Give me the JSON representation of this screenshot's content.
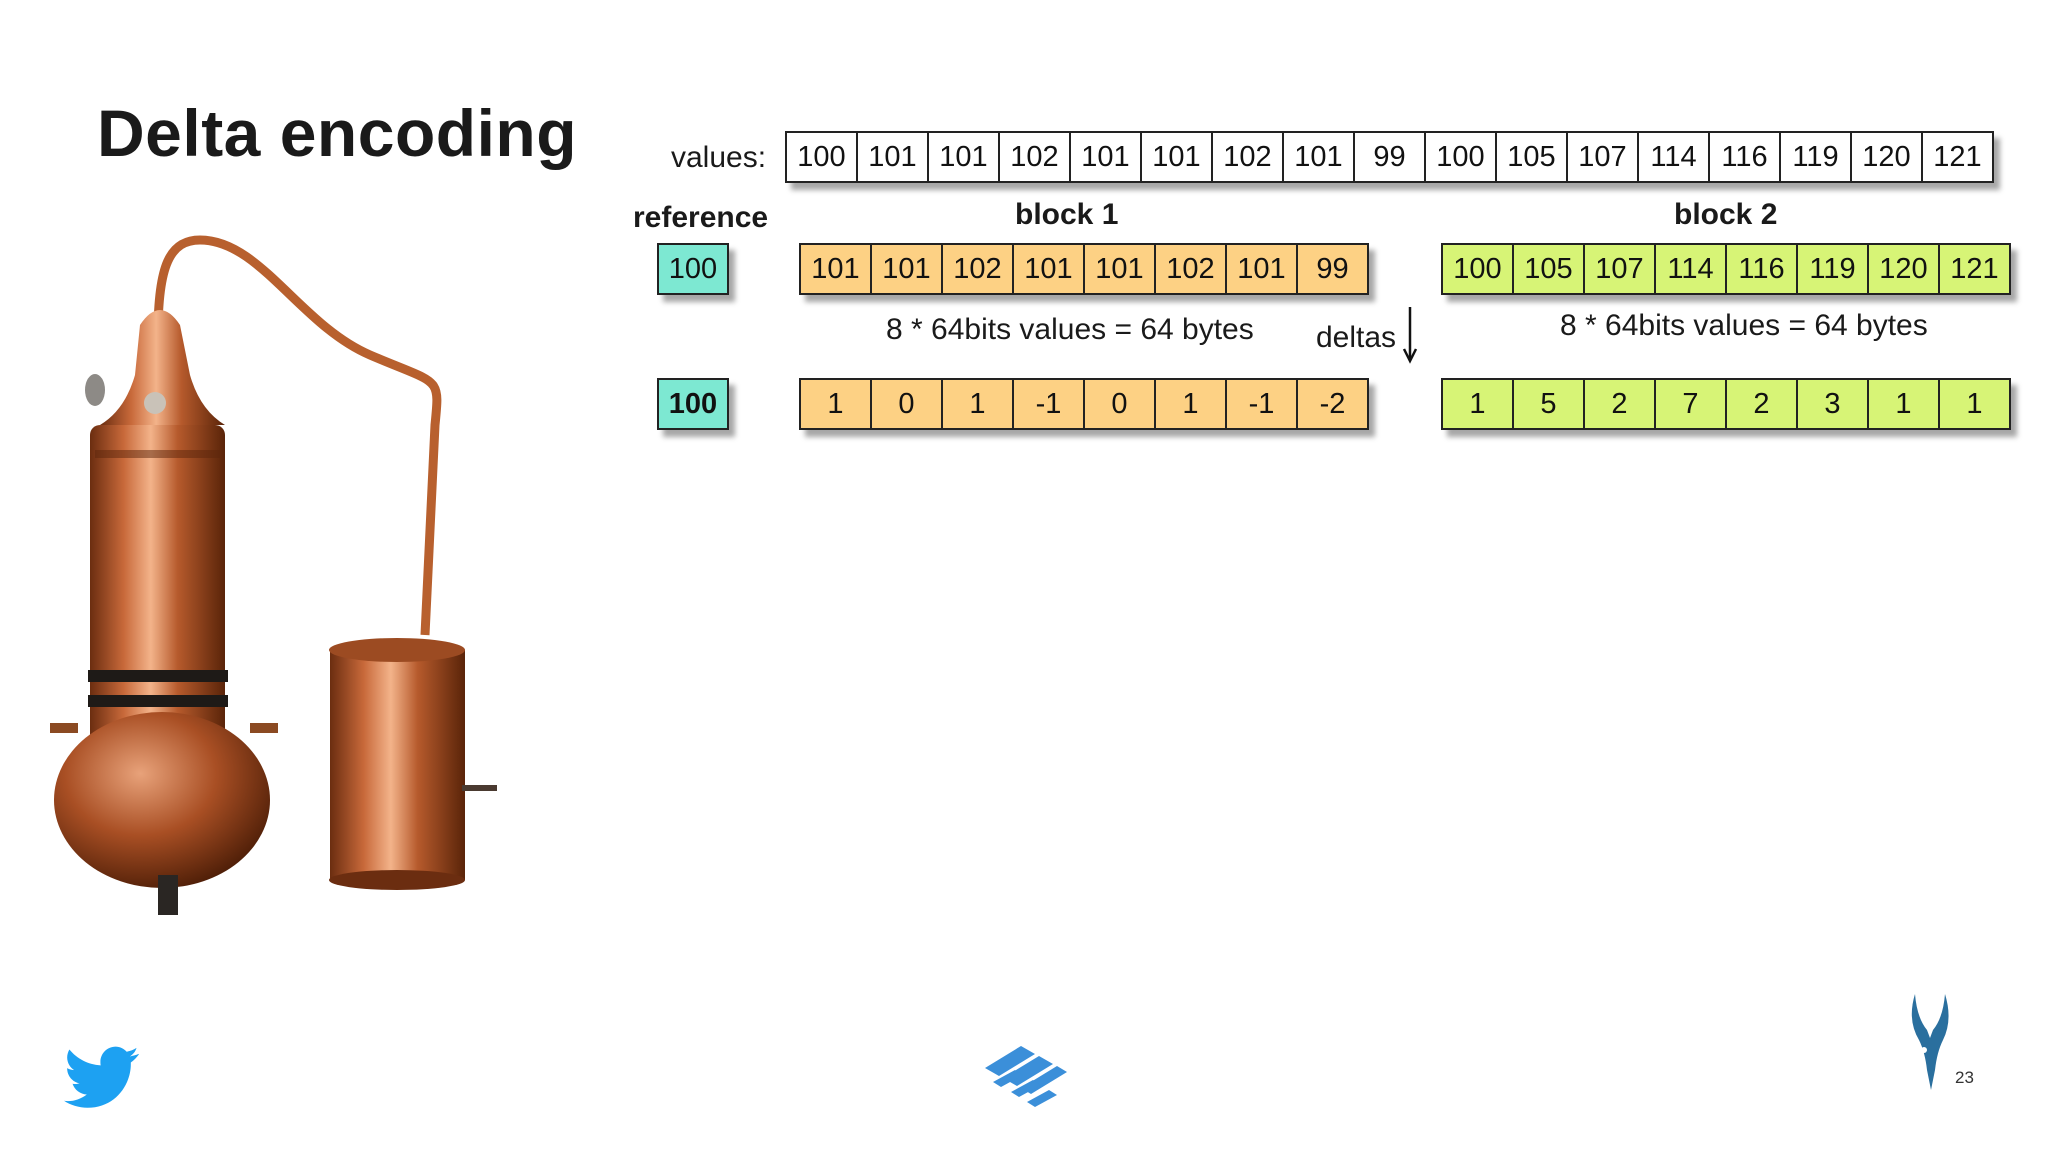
{
  "slide": {
    "title": "Delta encoding",
    "page_number": "23"
  },
  "labels": {
    "values": "values:",
    "reference": "reference",
    "block1": "block 1",
    "block2": "block 2",
    "size_note_1": "8 * 64bits values = 64 bytes",
    "size_note_2": "8 * 64bits values = 64 bytes",
    "deltas": "deltas"
  },
  "values": [
    "100",
    "101",
    "101",
    "102",
    "101",
    "101",
    "102",
    "101",
    "99",
    "100",
    "105",
    "107",
    "114",
    "116",
    "119",
    "120",
    "121"
  ],
  "reference": {
    "value": "100",
    "delta_value": "100"
  },
  "block1": {
    "values": [
      "101",
      "101",
      "102",
      "101",
      "101",
      "102",
      "101",
      "99"
    ],
    "deltas": [
      "1",
      "0",
      "1",
      "-1",
      "0",
      "1",
      "-1",
      "-2"
    ]
  },
  "block2": {
    "values": [
      "100",
      "105",
      "107",
      "114",
      "116",
      "119",
      "120",
      "121"
    ],
    "deltas": [
      "1",
      "5",
      "2",
      "7",
      "2",
      "3",
      "1",
      "1"
    ]
  },
  "colors": {
    "reference": "#7de8d2",
    "block1": "#fdd184",
    "block2": "#d7f476",
    "twitter": "#1da1f2",
    "logo_blue": "#3b8fd9"
  },
  "icons": [
    "copper-still-image",
    "twitter-icon",
    "parquet-logo",
    "gazelle-logo"
  ]
}
